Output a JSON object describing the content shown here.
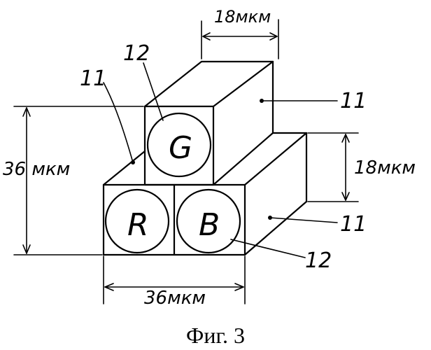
{
  "dimensions": {
    "top_width": "18мкм",
    "right_height": "18мкм",
    "left_height": "36 мкм",
    "bottom_width": "36мкм"
  },
  "circles": {
    "top": "G",
    "left": "R",
    "right": "B"
  },
  "callouts": {
    "ref_11_a": "11",
    "ref_12_a": "12",
    "ref_11_b": "11",
    "ref_11_c": "11",
    "ref_12_b": "12"
  },
  "caption": "Фиг. 3"
}
